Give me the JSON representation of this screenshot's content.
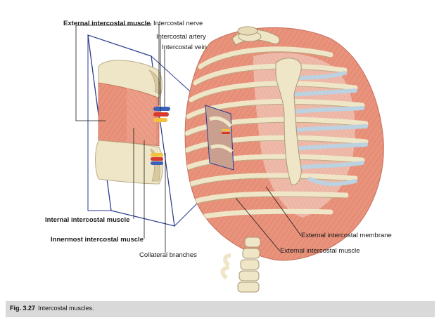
{
  "labels": {
    "external_intercostal_muscle_inset": "External intercostal muscle",
    "intercostal_nerve": "Intercostal nerve",
    "intercostal_artery": "Intercostal artery",
    "intercostal_vein": "Intercostal vein",
    "internal_intercostal_muscle": "Internal intercostal muscle",
    "innermost_intercostal_muscle": "Innermost intercostal muscle",
    "collateral_branches": "Collateral branches",
    "external_intercostal_membrane": "External intercostal membrane",
    "external_intercostal_muscle": "External intercostal muscle"
  },
  "caption": {
    "number": "Fig. 3.27",
    "text": "Intercostal muscles."
  },
  "colors": {
    "muscle": "#e9927c",
    "muscle_dark": "#d97660",
    "bone": "#efe6c8",
    "bone_shadow": "#c9bd96",
    "cartilage": "#bcd2e0",
    "inset_frame": "#2a3a8c",
    "nerve": "#f2c23a",
    "artery": "#d83a2e",
    "vein": "#3b62b8",
    "caption_bar": "#d9d9d9"
  }
}
